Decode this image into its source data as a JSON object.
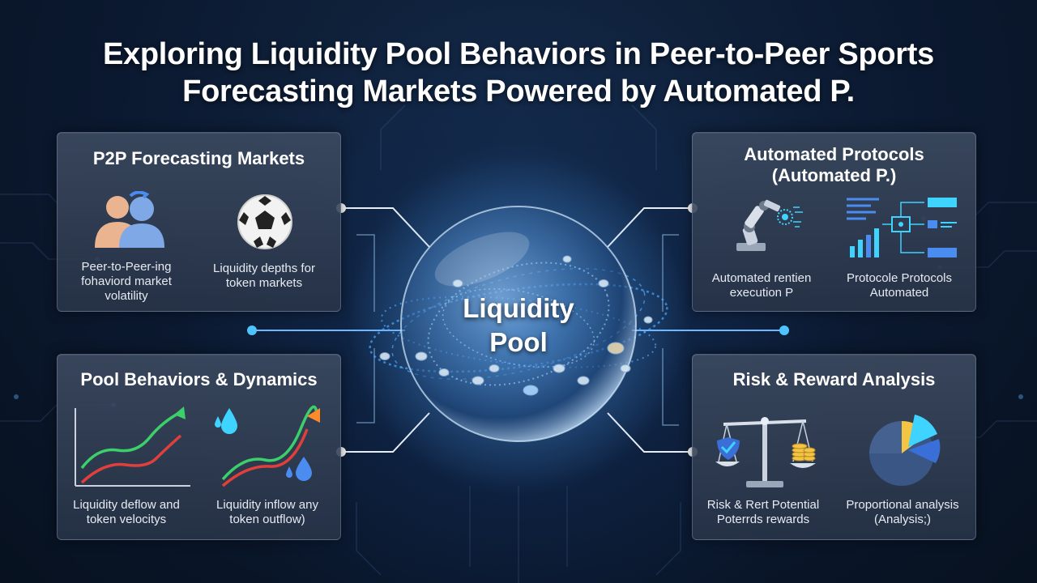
{
  "title": {
    "line1": "Exploring Liquidity Pool Behaviors in Peer-to-Peer Sports",
    "line2": "Forecasting Markets Powered by Automated P."
  },
  "center": {
    "line1": "Liquidity",
    "line2": "Pool"
  },
  "panels": {
    "p2p": {
      "title": "P2P Forecasting Markets",
      "items": [
        {
          "icon": "users-icon",
          "caption": [
            "Peer-to-Peer-ing",
            "fohaviord market",
            "volatility"
          ]
        },
        {
          "icon": "soccer-ball-icon",
          "caption": [
            "Liquidity depths for",
            "token markets"
          ]
        }
      ]
    },
    "automated": {
      "title_line1": "Automated Protocols",
      "title_line2": "(Automated P.)",
      "items": [
        {
          "icon": "robot-arm-icon",
          "caption": [
            "Automated rentien",
            "execution P"
          ]
        },
        {
          "icon": "protocol-flow-icon",
          "caption": [
            "Protocole Protocols",
            "Automated"
          ]
        }
      ]
    },
    "pool": {
      "title": "Pool Behaviors & Dynamics",
      "items": [
        {
          "icon": "trend-lines-icon",
          "caption": [
            "Liquidity deflow and",
            "token velocitys"
          ]
        },
        {
          "icon": "liquidity-drops-icon",
          "caption": [
            "Liquidity inflow any",
            "token outflow)"
          ]
        }
      ]
    },
    "risk": {
      "title": "Risk & Reward Analysis",
      "items": [
        {
          "icon": "balance-scale-icon",
          "caption": [
            "Risk & Rert Potential",
            "Poterrds rewards"
          ]
        },
        {
          "icon": "pie-chart-icon",
          "caption": [
            "Proportional analysis",
            "(Analysis;)"
          ]
        }
      ]
    }
  },
  "colors": {
    "background": "#0b1930",
    "accent_cyan": "#3fd3ff",
    "trend_green": "#3ccf6a",
    "trend_red": "#e0403c",
    "trend_orange": "#ff8a2a",
    "pie_yellow": "#f4c542",
    "pie_cyan": "#3fd3ff",
    "pie_blue": "#3b6fd8",
    "pie_slate": "#3a5684"
  }
}
